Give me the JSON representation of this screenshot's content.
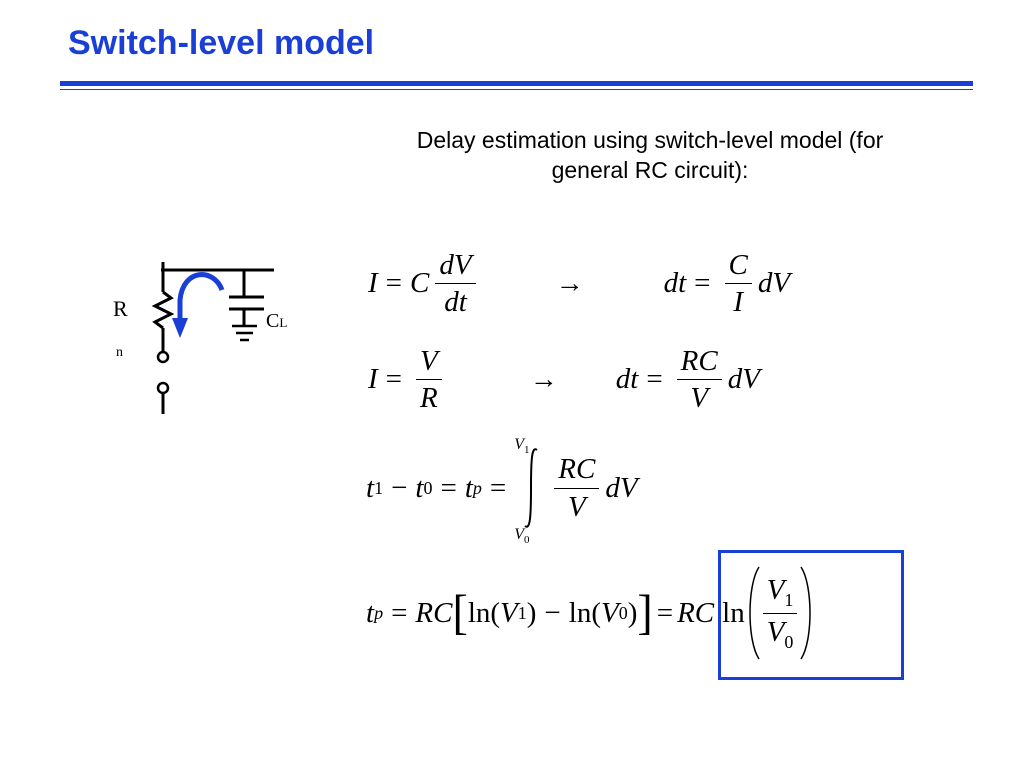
{
  "slide": {
    "title": "Switch-level model",
    "subtitle_line1": "Delay estimation using switch-level model (for",
    "subtitle_line2": "general RC circuit):",
    "accent_color": "#1a3fd6"
  },
  "circuit": {
    "resistor_label": "R",
    "resistor_label_sub": "n",
    "capacitor_label": "C",
    "capacitor_label_sub": "L"
  },
  "equations": {
    "eq1": {
      "lhs": "I",
      "eq": "=",
      "c": "C",
      "num": "dV",
      "den": "dt",
      "arrow": "→",
      "rhs_dt": "dt",
      "rhs_eq": "=",
      "rhs_num": "C",
      "rhs_den": "I",
      "rhs_dv": "dV"
    },
    "eq2": {
      "lhs": "I",
      "eq": "=",
      "num": "V",
      "den": "R",
      "arrow": "→",
      "rhs_dt": "dt",
      "rhs_eq": "=",
      "rhs_num": "RC",
      "rhs_den": "V",
      "rhs_dv": "dV"
    },
    "eq3": {
      "t1": "t",
      "t1_sub": "1",
      "minus": "−",
      "t0": "t",
      "t0_sub": "0",
      "eq1": "=",
      "tp": "t",
      "tp_sub": "p",
      "eq2": "=",
      "int_upper": "V",
      "int_upper_sub": "1",
      "int_lower": "V",
      "int_lower_sub": "0",
      "num": "RC",
      "den": "V",
      "dv": "dV"
    },
    "eq4": {
      "tp": "t",
      "tp_sub": "p",
      "eq": "=",
      "rc": "RC",
      "ln1": "ln(",
      "v1": "V",
      "v1_sub": "1",
      "close1": ")",
      "minus": "−",
      "ln2": "ln(",
      "v0": "V",
      "v0_sub": "0",
      "close2": ")",
      "eq2": "=",
      "rc2": "RC",
      "ln3": "ln",
      "fnum": "V",
      "fnum_sub": "1",
      "fden": "V",
      "fden_sub": "0"
    }
  }
}
